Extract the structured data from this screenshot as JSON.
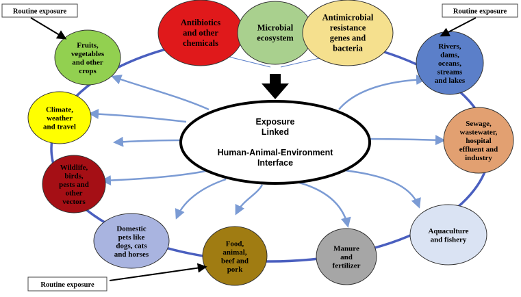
{
  "top_factors": [
    {
      "id": "antibiotics",
      "lines": [
        "Antibiotics",
        "and other",
        "chemicals"
      ],
      "fill": "#e0191b"
    },
    {
      "id": "microbial",
      "lines": [
        "Microbial",
        "ecosystem"
      ],
      "fill": "#a9d08e"
    },
    {
      "id": "amr",
      "lines": [
        "Antimicrobial",
        "resistance",
        "genes and",
        "bacteria"
      ],
      "fill": "#f5e08e"
    }
  ],
  "center": {
    "lines": [
      "Exposure",
      "Linked",
      "",
      "Human-Animal-Environment",
      "Interface"
    ]
  },
  "nodes": [
    {
      "id": "fruits",
      "lines": [
        "Fruits,",
        "vegetables",
        "and other",
        "crops"
      ],
      "fill": "#92d050"
    },
    {
      "id": "climate",
      "lines": [
        "Climate,",
        "weather",
        "and travel"
      ],
      "fill": "#ffff00"
    },
    {
      "id": "wildlife",
      "lines": [
        "Wildlife,",
        "birds,",
        "pests and",
        "other",
        "vectors"
      ],
      "fill": "#a50f15"
    },
    {
      "id": "pets",
      "lines": [
        "Domestic",
        "pets like",
        "dogs, cats",
        "and horses"
      ],
      "fill": "#a9b4e0"
    },
    {
      "id": "food",
      "lines": [
        "Food,",
        "animal,",
        "beef and",
        "pork"
      ],
      "fill": "#a07c12"
    },
    {
      "id": "manure",
      "lines": [
        "Manure",
        "and",
        "fertilizer"
      ],
      "fill": "#a6a6a6"
    },
    {
      "id": "aquaculture",
      "lines": [
        "Aquaculture",
        "and fishery"
      ],
      "fill": "#dae3f3"
    },
    {
      "id": "sewage",
      "lines": [
        "Sewage,",
        "wastewater,",
        "hospital",
        "effluent and",
        "industry"
      ],
      "fill": "#e2a071"
    },
    {
      "id": "rivers",
      "lines": [
        "Rivers,",
        "dams,",
        "oceans,",
        "streams",
        "and lakes"
      ],
      "fill": "#5b7fc9"
    }
  ],
  "exposure_boxes": [
    {
      "id": "top-left",
      "label": "Routine exposure"
    },
    {
      "id": "top-right",
      "label": "Routine exposure"
    },
    {
      "id": "bottom-left",
      "label": "Routine exposure"
    }
  ],
  "colors": {
    "ring": "#4a5fbf",
    "arrow": "#7b9bd4",
    "outline": "#222222",
    "center_arrow": "#000000"
  }
}
